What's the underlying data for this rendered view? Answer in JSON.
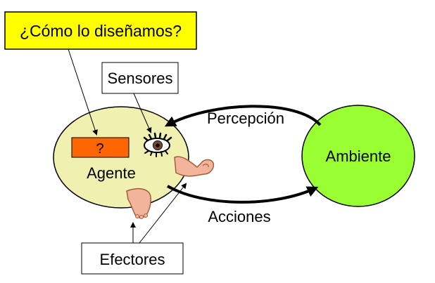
{
  "question_box": {
    "text": "¿Cómo lo diseñamos?"
  },
  "sensors_box": {
    "text": "Sensores"
  },
  "effectors_box": {
    "text": "Efectores"
  },
  "agent": {
    "label": "Agente",
    "placeholder_mark": "?"
  },
  "environment": {
    "label": "Ambiente"
  },
  "arrows": {
    "perception_label": "Percepción",
    "actions_label": "Acciones"
  },
  "colors": {
    "question_fill": "#ffff00",
    "agent_fill": "#f0f0b0",
    "environment_fill": "#99ff33",
    "agent_box_fill": "#ff6600",
    "skin": "#f2b49a",
    "skin_stroke": "#a06040"
  },
  "icons": [
    "eye-icon",
    "arm-icon",
    "foot-icon"
  ]
}
